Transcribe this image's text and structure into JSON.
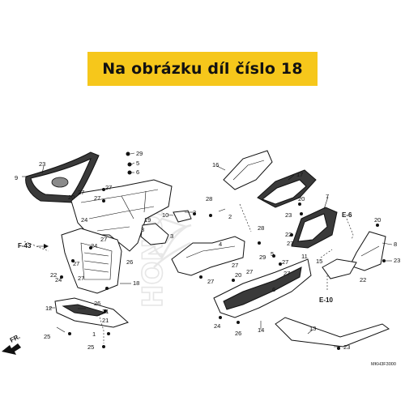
{
  "banner": {
    "text": "Na obrázku díl číslo 18"
  },
  "brand_watermark": "HONDA",
  "diagram_code": "MKH3F3000",
  "references": {
    "f43": "F-43",
    "e6": "E-6",
    "e10": "E-10",
    "front": "FR."
  },
  "callouts": {
    "c9": "9",
    "c23a": "23",
    "c20a": "20",
    "c27a": "27",
    "c27b": "27",
    "c29a": "29",
    "c5a": "5",
    "c6a": "6",
    "c27c": "27",
    "c10": "10",
    "c19": "19",
    "c3a": "3",
    "c3b": "3",
    "c3c": "3",
    "c24a": "24",
    "c24b": "24",
    "c27d": "27",
    "c22a": "22",
    "c26a": "26",
    "c24c": "24",
    "c25a": "25",
    "c16": "16",
    "c17": "17",
    "c28a": "28",
    "c2": "2",
    "c20b": "20",
    "c23b": "23",
    "c7": "7",
    "c28b": "28",
    "c4": "4",
    "c29b": "29",
    "c5b": "5",
    "c27e": "27",
    "c27f": "27",
    "c20c": "20",
    "c27g": "27",
    "c27h": "27",
    "c27i": "27",
    "c6b": "6",
    "c11": "11",
    "c22b": "22",
    "c27j": "27",
    "c20d": "20",
    "c8": "8",
    "c23c": "23",
    "c15": "15",
    "c22c": "22",
    "c18": "18",
    "c26b": "26",
    "c12": "12",
    "c21a": "21",
    "c21b": "21",
    "c1": "1",
    "c25b": "25",
    "c24d": "24",
    "c26c": "26",
    "c14": "14",
    "c13": "13",
    "c23d": "23",
    "c27k": "27",
    "c27l": "27"
  }
}
